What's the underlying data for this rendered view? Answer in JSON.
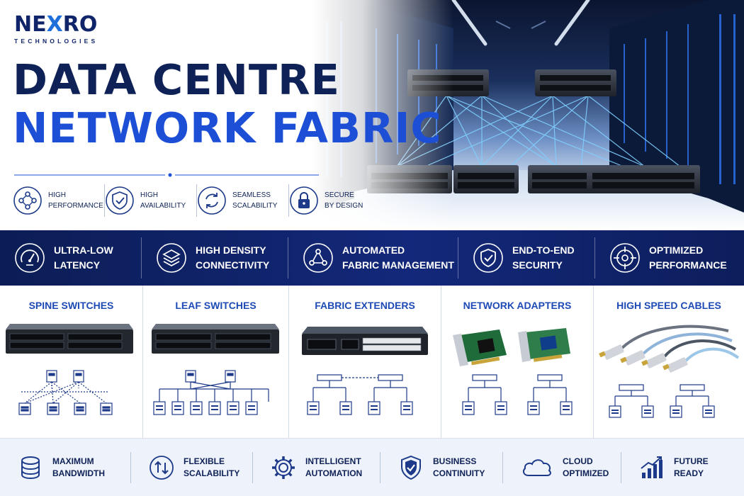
{
  "brand": {
    "name_prefix": "NE",
    "name_x": "X",
    "name_suffix": "RO",
    "tagline": "TECHNOLOGIES"
  },
  "hero": {
    "title_line1": "DATA CENTRE",
    "title_line2": "NETWORK FABRIC",
    "features": [
      {
        "icon": "network-nodes-icon",
        "text": "HIGH\nPERFORMANCE"
      },
      {
        "icon": "shield-check-icon",
        "text": "HIGH\nAVAILABILITY"
      },
      {
        "icon": "refresh-cycle-icon",
        "text": "SEAMLESS\nSCALABILITY"
      },
      {
        "icon": "padlock-icon",
        "text": "SECURE\nBY DESIGN"
      }
    ]
  },
  "band": {
    "items": [
      {
        "icon": "speedometer-icon",
        "text": "ULTRA-LOW\nLATENCY"
      },
      {
        "icon": "layers-icon",
        "text": "HIGH DENSITY\nCONNECTIVITY"
      },
      {
        "icon": "triangle-network-icon",
        "text": "AUTOMATED\nFABRIC MANAGEMENT"
      },
      {
        "icon": "shield-check-icon",
        "text": "END-TO-END\nSECURITY"
      },
      {
        "icon": "target-icon",
        "text": "OPTIMIZED\nPERFORMANCE"
      }
    ]
  },
  "products": [
    {
      "title": "SPINE SWITCHES",
      "image": "spine-switch-image",
      "diagram": "spine-leaf-diagram"
    },
    {
      "title": "LEAF SWITCHES",
      "image": "leaf-switch-image",
      "diagram": "leaf-topology-diagram"
    },
    {
      "title": "FABRIC EXTENDERS",
      "image": "fabric-extender-image",
      "diagram": "extender-diagram"
    },
    {
      "title": "NETWORK ADAPTERS",
      "image": "network-adapter-cards-image",
      "diagram": "adapter-diagram"
    },
    {
      "title": "HIGH SPEED CABLES",
      "image": "high-speed-cables-image",
      "diagram": "cable-diagram"
    }
  ],
  "bottom": {
    "items": [
      {
        "icon": "database-icon",
        "text": "MAXIMUM\nBANDWIDTH"
      },
      {
        "icon": "up-down-arrows-icon",
        "text": "FLEXIBLE\nSCALABILITY"
      },
      {
        "icon": "gear-icon",
        "text": "INTELLIGENT\nAUTOMATION"
      },
      {
        "icon": "shield-check-icon",
        "text": "BUSINESS\nCONTINUITY"
      },
      {
        "icon": "cloud-icon",
        "text": "CLOUD\nOPTIMIZED"
      },
      {
        "icon": "growth-chart-icon",
        "text": "FUTURE\nREADY"
      }
    ]
  },
  "colors": {
    "navy": "#0f2257",
    "blue": "#1d4fd6",
    "band": "#13287a",
    "accent": "#1e6fd9"
  }
}
